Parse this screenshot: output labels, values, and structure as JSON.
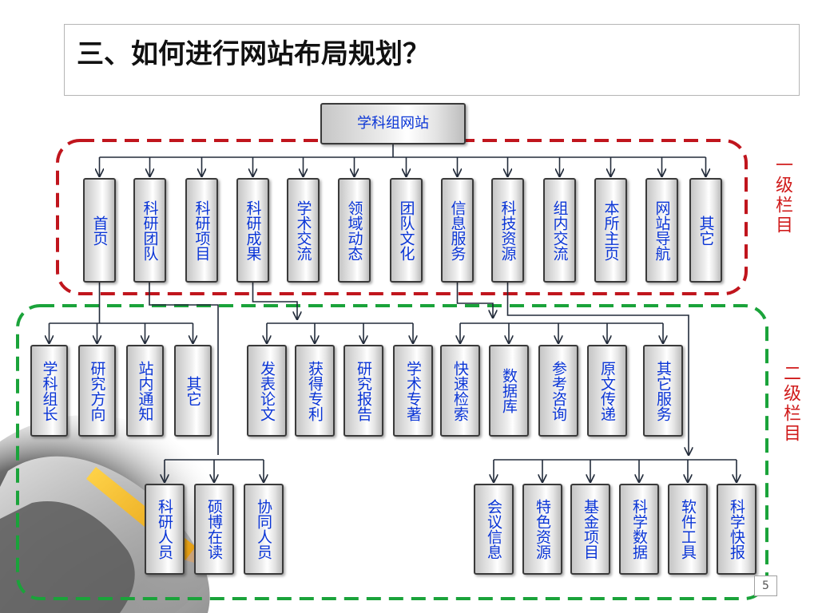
{
  "title": "三、如何进行网站布局规划？",
  "root": "学科组网站",
  "level1": [
    "首页",
    "科研团队",
    "科研项目",
    "科研成果",
    "学术交流",
    "领域动态",
    "团队文化",
    "信息服务",
    "科技资源",
    "组内交流",
    "本所主页",
    "网站导航",
    "其它"
  ],
  "level2_team": [
    "学科组长",
    "研究方向",
    "站内通知",
    "其它"
  ],
  "level3_team": [
    "科研人员",
    "硕博在读",
    "协同人员"
  ],
  "level2_results": [
    "发表论文",
    "获得专利",
    "研究报告",
    "学术专著"
  ],
  "level2_info": [
    "快速检索",
    "数据库",
    "参考咨询",
    "原文传递",
    "其它服务"
  ],
  "level3_resources": [
    "会议信息",
    "特色资源",
    "基金项目",
    "科学数据",
    "软件工具",
    "科学快报"
  ],
  "side_label_1": "一级栏目",
  "side_label_2": "二级栏目",
  "page_number": "5",
  "colors": {
    "text_blue": "#0a35d6",
    "red_dash": "#c0151d",
    "green_dash": "#1aa33a",
    "label_red": "#d01b1b"
  }
}
